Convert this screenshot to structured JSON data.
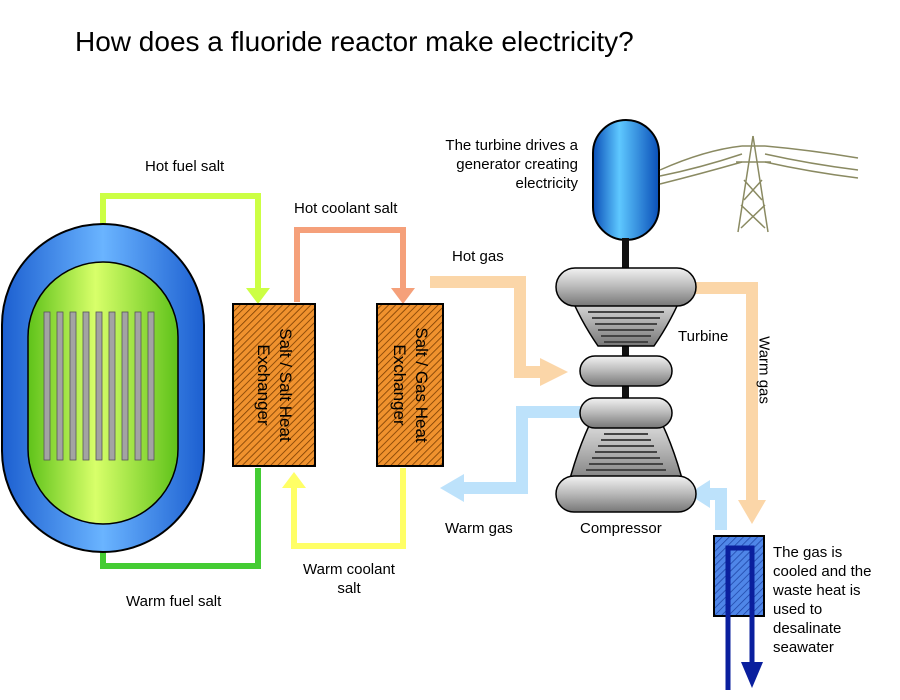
{
  "title": "How does a fluoride reactor make electricity?",
  "labels": {
    "hot_fuel_salt": "Hot fuel salt",
    "warm_fuel_salt": "Warm fuel salt",
    "hot_coolant_salt": "Hot coolant salt",
    "warm_coolant_salt_line1": "Warm coolant",
    "warm_coolant_salt_line2": "salt",
    "hot_gas": "Hot gas",
    "warm_gas_left": "Warm gas",
    "warm_gas_right": "Warm gas",
    "turbine": "Turbine",
    "compressor": "Compressor",
    "turbine_note_line1": "The turbine drives a",
    "turbine_note_line2": "generator creating",
    "turbine_note_line3": "electricity",
    "cooler_note_line1": "The gas is",
    "cooler_note_line2": "cooled and the",
    "cooler_note_line3": "waste heat is",
    "cooler_note_line4": "used to",
    "cooler_note_line5": "desalinate",
    "cooler_note_line6": "seawater"
  },
  "exchangers": {
    "salt_salt_line1": "Salt / Salt Heat",
    "salt_salt_line2": "Exchanger",
    "salt_gas_line1": "Salt / Gas Heat",
    "salt_gas_line2": "Exchanger"
  },
  "colors": {
    "hot_fuel": "#ccff44",
    "warm_fuel": "#44cc33",
    "hot_coolant": "#f5a07a",
    "warm_coolant": "#ffff66",
    "hot_gas": "#fbd6a8",
    "warm_gas_blue": "#bde2fb",
    "exchanger": "#f0922e",
    "reactor_vessel": "#3b8ef0",
    "generator": "#1c6fd8"
  }
}
